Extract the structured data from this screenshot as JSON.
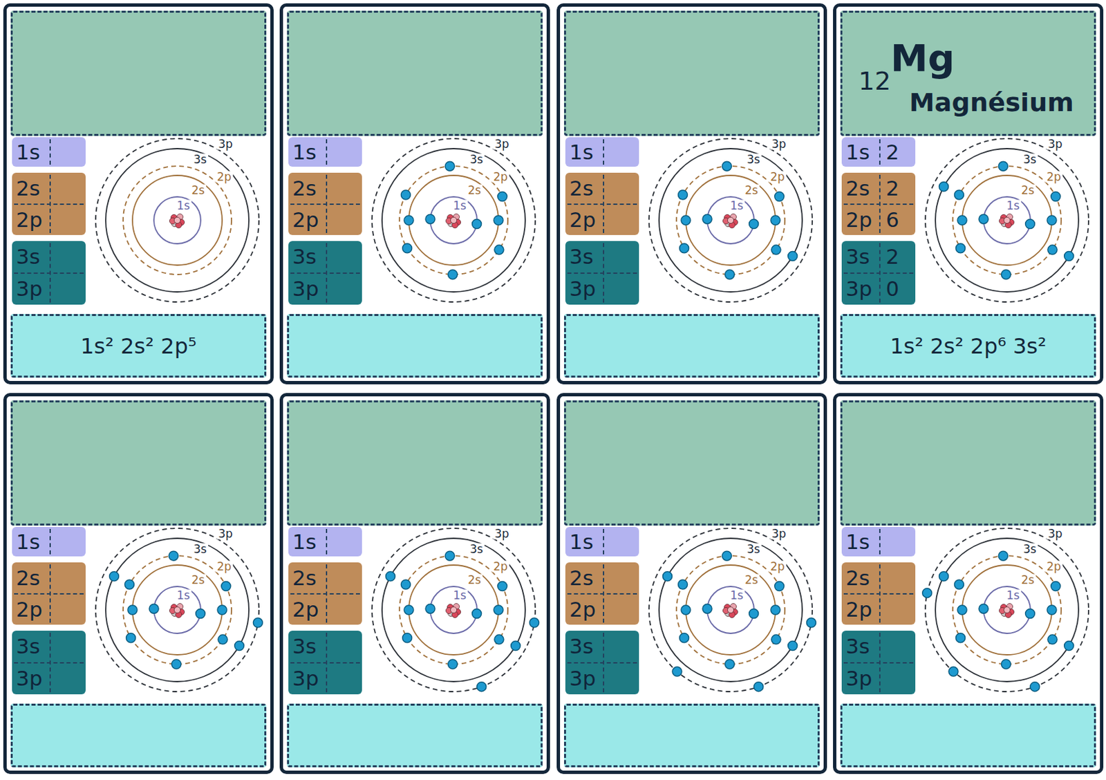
{
  "diagram": {
    "nodes": [
      {
        "text": [
          "1s"
        ]
      },
      {
        "text": [
          "2s",
          "2p"
        ]
      },
      {
        "text": [
          "3s",
          "3p"
        ]
      },
      {
        "text": [
          "1s² 2s² 2p⁵"
        ]
      },
      {
        "text": [
          "1s"
        ]
      },
      {
        "text": [
          "2s",
          "2p"
        ]
      },
      {
        "text": [
          "3s",
          "3p"
        ]
      },
      {
        "text": [
          "1s"
        ]
      },
      {
        "text": [
          "2s",
          "2p"
        ]
      },
      {
        "text": [
          "3s",
          "3p"
        ]
      },
      {
        "text": [
          "12",
          "Mg",
          "Magnésium"
        ]
      },
      {
        "text": [
          "1s",
          "2"
        ]
      },
      {
        "text": [
          "2s",
          "2",
          "2p",
          "6"
        ]
      },
      {
        "text": [
          "3s",
          "2",
          "3p",
          "0"
        ]
      },
      {
        "text": [
          "1s² 2s² 2p⁶ 3s²"
        ]
      },
      {
        "text": [
          "1s"
        ]
      },
      {
        "text": [
          "2s",
          "2p"
        ]
      },
      {
        "text": [
          "3s",
          "3p"
        ]
      },
      {
        "text": [
          "1s"
        ]
      },
      {
        "text": [
          "2s",
          "2p"
        ]
      },
      {
        "text": [
          "3s",
          "3p"
        ]
      },
      {
        "text": [
          "1s"
        ]
      },
      {
        "text": [
          "2s",
          "2p"
        ]
      },
      {
        "text": [
          "3s",
          "3p"
        ]
      },
      {
        "text": [
          "1s"
        ]
      },
      {
        "text": [
          "2s",
          "2p"
        ]
      },
      {
        "text": [
          "3s",
          "3p"
        ]
      }
    ],
    "labels": [
      "3p",
      "3s",
      "2p",
      "2s",
      "1s",
      "3p",
      "3s",
      "2p",
      "2s",
      "1s",
      "3p",
      "3s",
      "2p",
      "2s",
      "1s",
      "3p",
      "3s",
      "2p",
      "2s",
      "1s",
      "3p",
      "3s",
      "2p",
      "2s",
      "1s",
      "3p",
      "3s",
      "2p",
      "2s",
      "1s",
      "3p",
      "3s",
      "2p",
      "2s",
      "1s",
      "3p",
      "3s",
      "2p",
      "2s",
      "1s"
    ]
  }
}
